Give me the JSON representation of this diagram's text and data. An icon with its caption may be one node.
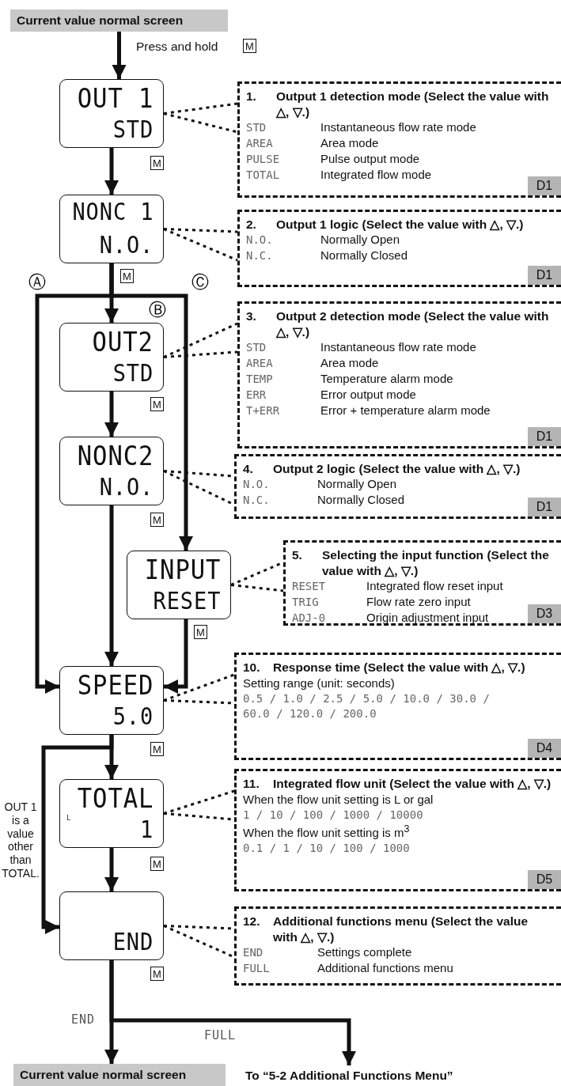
{
  "diagram": {
    "nodes": [
      {
        "text": [
          "Current value normal screen"
        ]
      },
      {
        "text": [
          "OUT 1",
          "STD"
        ]
      },
      {
        "text": [
          "1.",
          "Output 1 detection mode (Select the value with △, ▽.)",
          "STD",
          "Instantaneous flow rate mode",
          "AREA",
          "Area mode",
          "PULSE",
          "Pulse output mode",
          "TOTAL",
          "Integrated flow mode"
        ]
      },
      {
        "text": [
          "D1"
        ],
        "in": 2
      },
      {
        "text": [
          "NONC 1",
          "N.O."
        ]
      },
      {
        "text": [
          "2.",
          "Output 1 logic (Select the value with △, ▽.)",
          "N.O.",
          "Normally Open",
          "N.C.",
          "Normally Closed"
        ]
      },
      {
        "text": [
          "D1"
        ],
        "in": 5
      },
      {
        "text": [
          "OUT2",
          "STD"
        ],
        "beside": [
          "Ⓑ"
        ]
      },
      {
        "text": [
          "3.",
          "Output 2 detection mode (Select the value with △, ▽.)",
          "STD",
          "Instantaneous flow rate mode",
          "AREA",
          "Area mode",
          "TEMP",
          "Temperature alarm mode",
          "ERR",
          "Error output mode",
          "T+ERR",
          "Error + temperature alarm mode"
        ]
      },
      {
        "text": [
          "D1"
        ],
        "in": 8
      },
      {
        "text": [
          "NONC2",
          "N.O."
        ]
      },
      {
        "text": [
          "4.",
          "Output 2 logic (Select the value with △, ▽.)",
          "N.O.",
          "Normally Open",
          "N.C.",
          "Normally Closed"
        ]
      },
      {
        "text": [
          "D1"
        ],
        "in": 11
      },
      {
        "text": [
          "INPUT",
          "RESET"
        ]
      },
      {
        "text": [
          "5.",
          "Selecting the input function (Select the value with △, ▽.)",
          "RESET",
          "Integrated flow reset input",
          "TRIG",
          "Flow rate zero input",
          "ADJ-0",
          "Origin adjustment input"
        ]
      },
      {
        "text": [
          "D3"
        ],
        "in": 14
      },
      {
        "text": [
          "SPEED",
          "5.0"
        ]
      },
      {
        "text": [
          "10.",
          "Response time (Select the value with △, ▽.)",
          "Setting range (unit: seconds)",
          "0.5 / 1.0 / 2.5 / 5.0 / 10.0 / 30.0 / 60.0 / 120.0 / 200.0"
        ]
      },
      {
        "text": [
          "D4"
        ],
        "in": 17
      },
      {
        "text": [
          "TOTAL",
          "L",
          "1"
        ]
      },
      {
        "text": [
          "11.",
          "Integrated flow unit (Select the value with △, ▽.)",
          "When the flow unit setting is L or gal",
          "1 / 10 / 100 / 1000 / 10000",
          "When the flow unit setting is m$^{3}$",
          "0.1 / 1 / 10 / 100 / 1000"
        ]
      },
      {
        "text": [
          "D5"
        ],
        "in": 20
      },
      {
        "text": [
          "END"
        ]
      },
      {
        "text": [
          "12.",
          "Additional functions menu (Select the value with △, ▽.)",
          "END",
          "Settings complete",
          "FULL",
          "Additional functions menu"
        ]
      },
      {
        "text": [
          "Current value normal screen"
        ]
      },
      {
        "text": [
          "To “5-2 Additional Functions Menu”"
        ]
      }
    ],
    "edges": [
      {
        "from": 0,
        "to": 1,
        "arrow": "to"
      },
      {
        "from": 1,
        "to": 4,
        "arrow": "to",
        "label": "M"
      },
      {
        "from": 4,
        "to": 7,
        "arrow": "to",
        "label": "M"
      },
      {
        "from": 4,
        "to": 16,
        "arrow": "to",
        "label": "Ⓐ"
      },
      {
        "from": 4,
        "to": 13,
        "arrow": "to",
        "label": "Ⓒ"
      },
      {
        "from": 7,
        "to": 10,
        "arrow": "to",
        "label": "M"
      },
      {
        "from": 10,
        "to": 16,
        "arrow": "to",
        "label": "M"
      },
      {
        "from": 13,
        "to": 16,
        "arrow": "to",
        "label": "M"
      },
      {
        "from": 16,
        "to": 19,
        "arrow": "to",
        "label": "M"
      },
      {
        "from": 16,
        "to": 22,
        "arrow": "to",
        "label": "OUT 1 is a value other than TOTAL."
      },
      {
        "from": 19,
        "to": 22,
        "arrow": "to",
        "label": "M"
      },
      {
        "from": 22,
        "to": 24,
        "arrow": "to",
        "label": "END"
      },
      {
        "from": 22,
        "to": 25,
        "arrow": "to",
        "label": "FULL"
      },
      {
        "from": 1,
        "to": 2,
        "arrow": "none",
        "style": "dashed"
      },
      {
        "from": 4,
        "to": 5,
        "arrow": "none",
        "style": "dashed"
      },
      {
        "from": 7,
        "to": 8,
        "arrow": "none",
        "style": "dashed"
      },
      {
        "from": 10,
        "to": 11,
        "arrow": "none",
        "style": "dashed"
      },
      {
        "from": 13,
        "to": 14,
        "arrow": "none",
        "style": "dashed"
      },
      {
        "from": 16,
        "to": 17,
        "arrow": "none",
        "style": "dashed"
      },
      {
        "from": 19,
        "to": 20,
        "arrow": "none",
        "style": "dashed"
      },
      {
        "from": 22,
        "to": 23,
        "arrow": "none",
        "style": "dashed"
      }
    ],
    "labels": [
      "Press and hold",
      "M",
      "M"
    ]
  }
}
